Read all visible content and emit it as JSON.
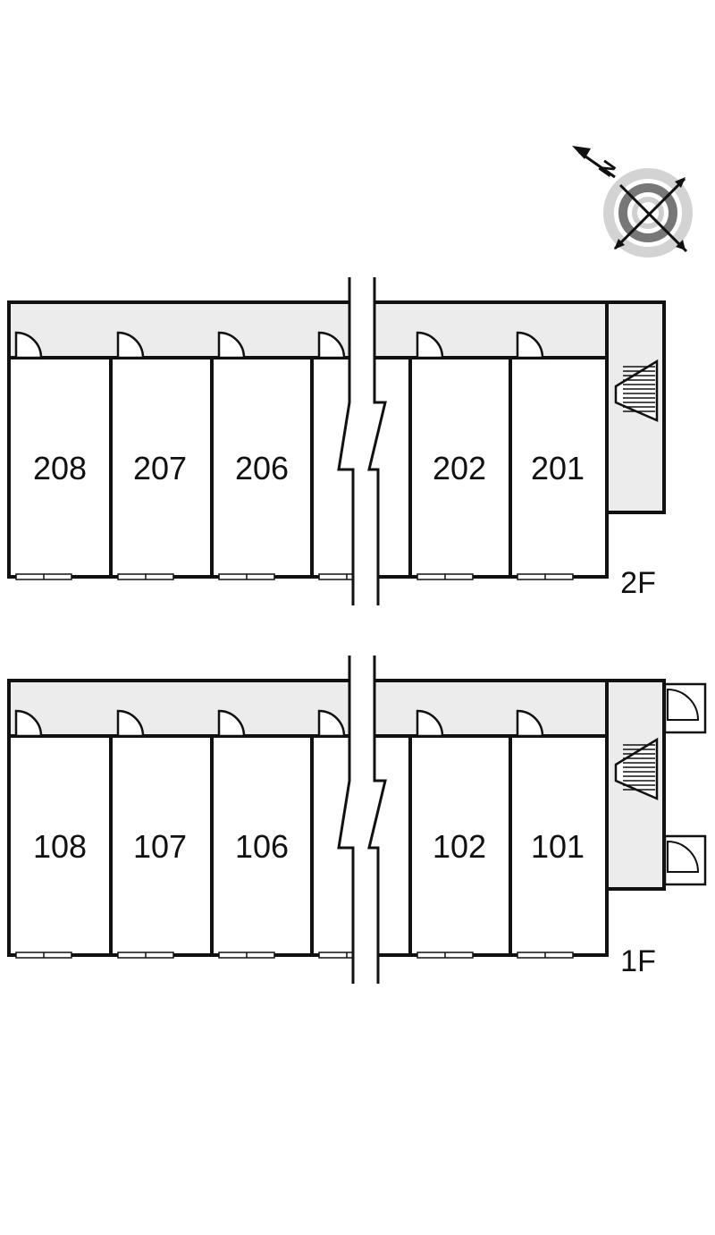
{
  "compass": {
    "label": "N",
    "icon": "compass-icon"
  },
  "floors": [
    {
      "label": "2F",
      "rooms": [
        "208",
        "207",
        "206",
        "",
        "202",
        "201"
      ]
    },
    {
      "label": "1F",
      "rooms": [
        "108",
        "107",
        "106",
        "",
        "102",
        "101"
      ]
    }
  ],
  "colors": {
    "wall": "#111111",
    "corridor": "#ececec",
    "background": "#ffffff"
  }
}
